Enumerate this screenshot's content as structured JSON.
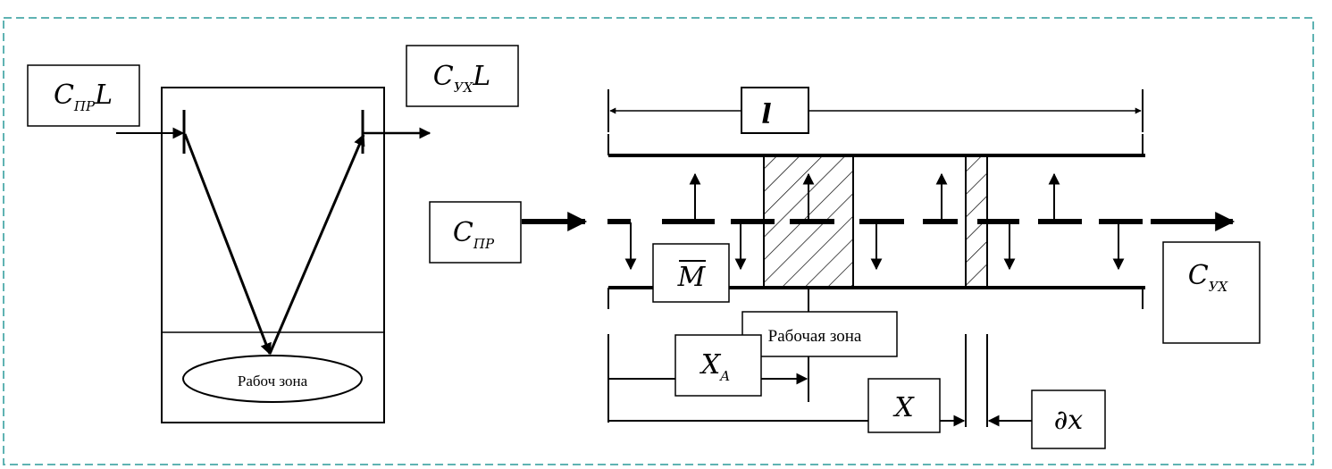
{
  "left_diagram": {
    "input_label_main": "C",
    "input_label_sub": "ПР",
    "input_label_suffix": "L",
    "output_label_main": "C",
    "output_label_sub": "УХ",
    "output_label_suffix": "L",
    "zone_label": "Рабоч зона"
  },
  "right_diagram": {
    "length_label": "l",
    "input_label_main": "C",
    "input_label_sub": "ПР",
    "output_label_main": "C",
    "output_label_sub": "УХ",
    "mean_label": "M",
    "zone_label": "Рабочая зона",
    "xa_label_main": "X",
    "xa_label_sub": "A",
    "x_label": "X",
    "dx_label": "∂x"
  },
  "colors": {
    "frame_border": "#5fb3b3",
    "stroke": "#000000"
  }
}
